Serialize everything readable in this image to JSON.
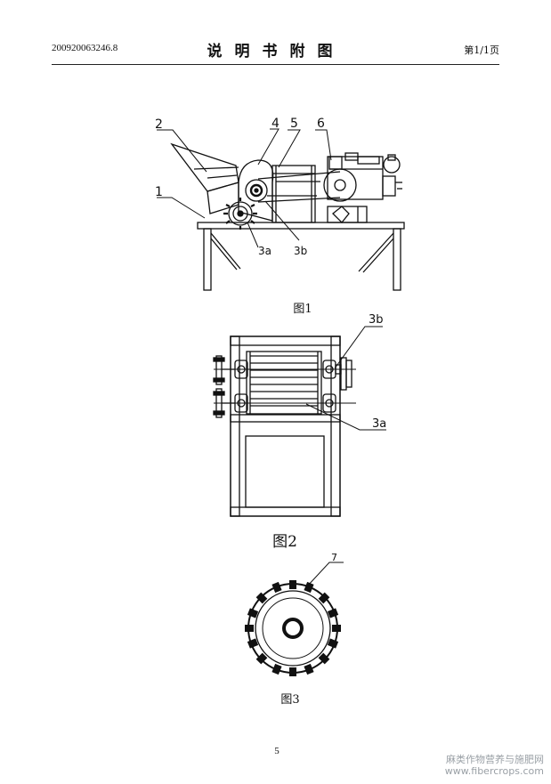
{
  "header": {
    "application_number": "200920063246.8",
    "title": "说明书附图",
    "page_indicator": "第1/1页"
  },
  "figure1": {
    "caption": "图1",
    "labels": [
      "2",
      "4",
      "5",
      "6",
      "1",
      "3a",
      "3b"
    ]
  },
  "figure2": {
    "caption": "图2",
    "labels": [
      "3b",
      "3a"
    ]
  },
  "figure3": {
    "caption": "图3",
    "labels": [
      "7"
    ]
  },
  "footer": {
    "page_number": "5"
  },
  "watermark": {
    "line1": "麻类作物营养与施肥网",
    "line2": "www.fibercrops.com"
  }
}
